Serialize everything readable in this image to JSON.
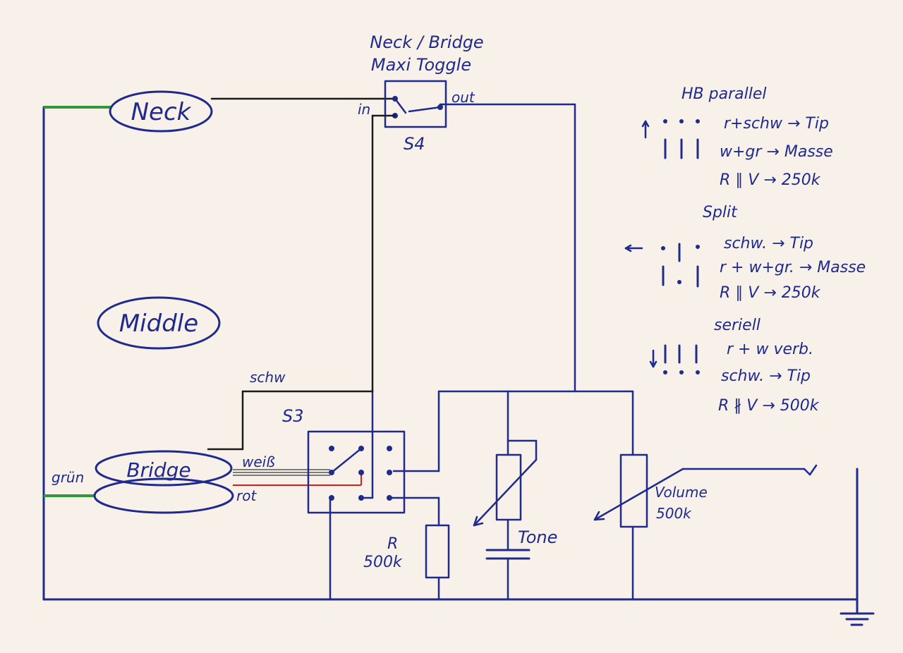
{
  "pickups": {
    "neck": "Neck",
    "middle": "Middle",
    "bridge": "Bridge"
  },
  "toggle": {
    "title_line1": "Neck / Bridge",
    "title_line2": "Maxi Toggle",
    "in_label": "in",
    "out_label": "out",
    "name": "S4"
  },
  "switch_s3": {
    "name": "S3"
  },
  "wires": {
    "schw": "schw",
    "weiss": "weiß",
    "rot": "rot",
    "gruen": "grün"
  },
  "resistor_r": {
    "line1": "R",
    "line2": "500k"
  },
  "tone": {
    "label": "Tone"
  },
  "volume": {
    "line1": "Volume",
    "line2": "500k"
  },
  "legend": {
    "hb_parallel": {
      "heading": "HB parallel",
      "lines": [
        "r+schw → Tip",
        "w+gr → Masse",
        "R ∥ V → 250k"
      ]
    },
    "split": {
      "heading": "Split",
      "lines": [
        "schw. → Tip",
        "r + w+gr. → Masse",
        "R ∥ V → 250k"
      ]
    },
    "seriell": {
      "heading": "seriell",
      "lines": [
        "r + w verb.",
        "schw. → Tip",
        "R ∦ V → 500k"
      ]
    }
  },
  "colors": {
    "ink": "#1f2a8c",
    "black_wire": "#1b1b1b",
    "green_wire": "#2e9a3a",
    "red_wire": "#e01b1b",
    "paper": "#f7f1ea"
  }
}
